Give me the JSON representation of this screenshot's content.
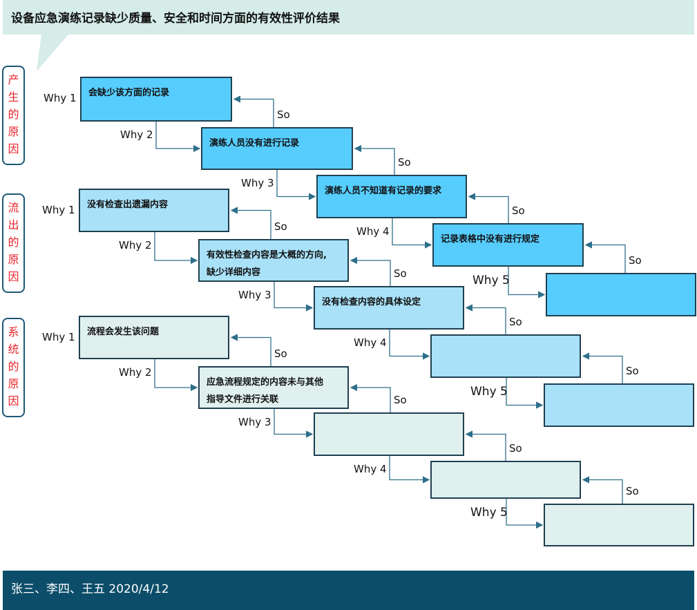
{
  "header": {
    "title": "设备应急演练记录缺少质量、安全和时间方面的有效性评价结果"
  },
  "groups": [
    {
      "side_label": [
        "产",
        "生",
        "的",
        "原",
        "因"
      ],
      "boxes": [
        "会缺少该方面的记录",
        "演练人员没有进行记录",
        "演练人员不知道有记录的要求",
        "记录表格中没有进行规定",
        ""
      ]
    },
    {
      "side_label": [
        "流",
        "出",
        "的",
        "原",
        "因"
      ],
      "boxes": [
        "没有检查出遗漏内容",
        "有效性检查内容是大概的方向,\n缺少详细内容",
        "没有检查内容的具体设定",
        "",
        ""
      ]
    },
    {
      "side_label": [
        "系",
        "统",
        "的",
        "原",
        "因"
      ],
      "boxes": [
        "流程会发生该问题",
        "应急流程规定的内容未与其他\n指导文件进行关联",
        "",
        "",
        ""
      ]
    }
  ],
  "why_labels": [
    "Why 1",
    "Why 2",
    "Why 3",
    "Why 4",
    "Why 5"
  ],
  "so_label": "So",
  "footer": {
    "text": "张三、李四、王五 2020/4/12"
  },
  "colors": {
    "group_fills": [
      "#57CDFE",
      "#A9E1F8",
      "#DFF0EF"
    ],
    "connector": "#2E6F8A",
    "side_text": "#E8232A",
    "footer_bg": "#0C4E6A"
  }
}
